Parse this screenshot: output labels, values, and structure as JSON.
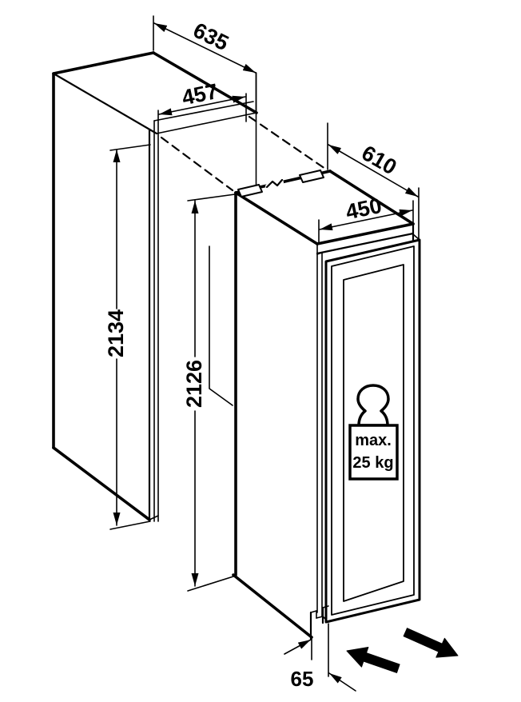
{
  "dimensions": {
    "niche_depth": "635",
    "niche_width": "457",
    "niche_height": "2134",
    "appliance_depth": "610",
    "appliance_width": "450",
    "appliance_height": "2126",
    "base_offset": "65"
  },
  "weight_limit": {
    "prefix": "max.",
    "value": "25 kg"
  },
  "colors": {
    "line": "#000000",
    "background": "#ffffff"
  }
}
